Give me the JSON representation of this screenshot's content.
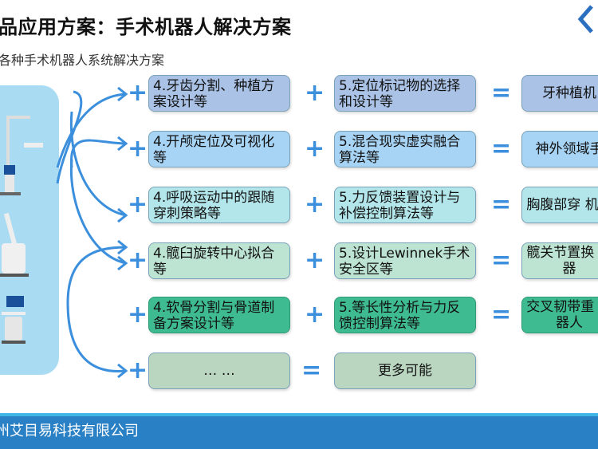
{
  "header": {
    "title": "品应用方案：手术机器人解决方案",
    "subtitle": "各种手术机器人系统解决方案"
  },
  "rows": [
    {
      "a": "4.牙齿分割、种植方案设计等",
      "b": "5.定位标记物的选择和设计等",
      "op": "+",
      "result": "牙种植机",
      "color": "#a9c2e6"
    },
    {
      "a": "4.开颅定位及可视化等",
      "b": "5.混合现实虚实融合算法等",
      "op": "+",
      "result": "神外领域手",
      "color": "#a7d3f4"
    },
    {
      "a": "4.呼吸运动中的跟随穿刺策略等",
      "b": "5.力反馈装置设计与补偿控制算法等",
      "op": "+",
      "result": "胸腹部穿 机器",
      "color": "#b3e6ea"
    },
    {
      "a": "4.髋臼旋转中心拟合等",
      "b": "5.设计Lewinnek手术安全区等",
      "op": "+",
      "result": "髋关节置换 机器",
      "color": "#bde4d3"
    },
    {
      "a": "4.软骨分割与骨道制备方案设计等",
      "b": "5.等长性分析与力反馈控制算法等",
      "op": "+",
      "result": "交叉韧带重 机器人",
      "color": "#3fbb92"
    },
    {
      "a": "… …",
      "b": "更多可能",
      "op": "=",
      "result": "",
      "color": "#bad6c0"
    }
  ],
  "symbols": {
    "plus": "+",
    "equals": "="
  },
  "footer": {
    "company": "州艾目易科技有限公司"
  },
  "colors": {
    "accent": "#3b8fdc",
    "footer": "#2a80c5"
  }
}
